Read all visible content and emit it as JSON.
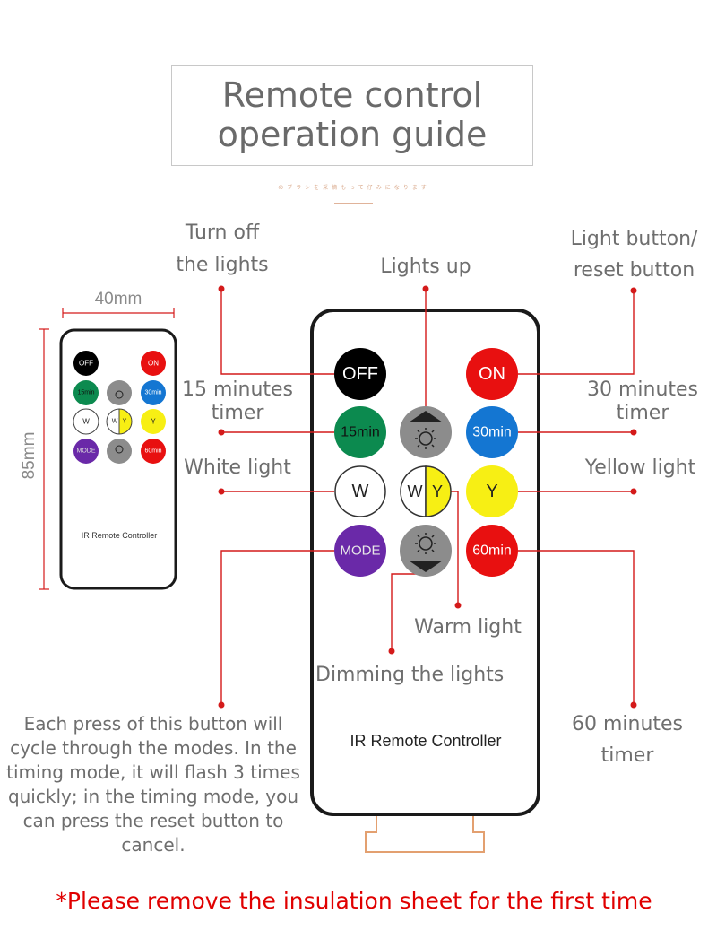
{
  "title": {
    "line1": "Remote control",
    "line2": "operation guide"
  },
  "subtitle": "のブラシを采摘もって仔みになります",
  "small_remote": {
    "width_label": "40mm",
    "height_label": "85mm",
    "caption": "IR Remote Controller",
    "buttons": {
      "off": "OFF",
      "on": "ON",
      "t15": "15min",
      "t30": "30min",
      "w": "W",
      "wy_w": "W",
      "wy_y": "Y",
      "y": "Y",
      "mode": "MODE",
      "t60": "60min"
    }
  },
  "large_remote": {
    "caption": "IR Remote Controller",
    "buttons": {
      "off": "OFF",
      "on": "ON",
      "t15": "15min",
      "t30": "30min",
      "w": "W",
      "wy_w": "W",
      "wy_y": "Y",
      "y": "Y",
      "mode": "MODE",
      "t60": "60min"
    }
  },
  "labels": {
    "turn_off": [
      "Turn off",
      "the lights"
    ],
    "lights_up": "Lights up",
    "light_reset": [
      "Light button/",
      "reset button"
    ],
    "timer15": [
      "15 minutes",
      "timer"
    ],
    "timer30": [
      "30 minutes",
      "timer"
    ],
    "white": "White light",
    "yellow": "Yellow light",
    "warm": "Warm light",
    "dimming": "Dimming the lights",
    "timer60": [
      "60 minutes",
      "timer"
    ],
    "mode_note": [
      "Each press of this button will",
      "cycle through the modes. In the",
      "timing mode, it will flash 3 times",
      "quickly; in the timing mode, you",
      "can press the reset button to",
      "cancel."
    ]
  },
  "footer": "*Please remove the insulation sheet for the first time",
  "colors": {
    "off": "#000000",
    "on": "#e81010",
    "t15": "#0c8a4f",
    "t30": "#1476d2",
    "white": "#ffffff",
    "yellow": "#f7ef14",
    "mode": "#6a29a8",
    "t60": "#e81010",
    "gray": "#8c8c8c",
    "leader": "#d41a1a",
    "accent": "#e00000"
  }
}
